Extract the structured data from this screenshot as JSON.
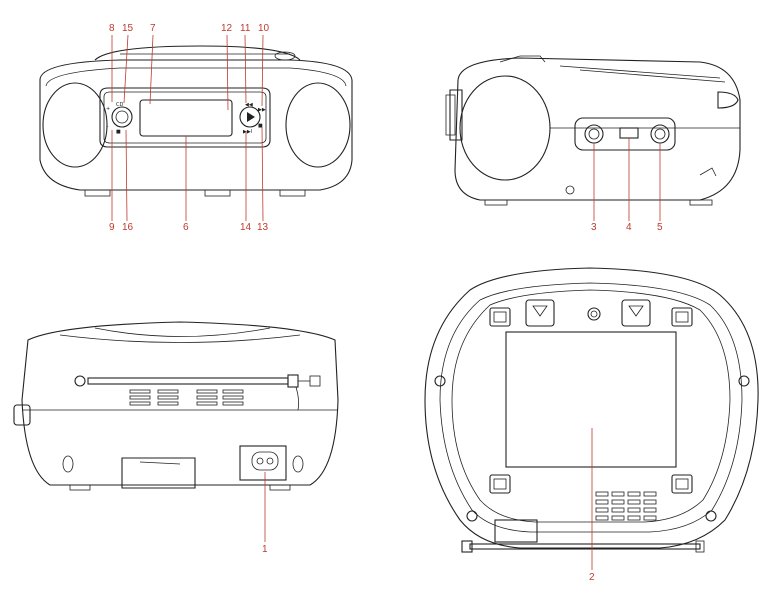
{
  "diagram": {
    "views": [
      {
        "name": "front-view",
        "labels": [
          "8",
          "15",
          "7",
          "12",
          "11",
          "10",
          "9",
          "16",
          "6",
          "14",
          "13"
        ]
      },
      {
        "name": "side-view",
        "labels": [
          "3",
          "4",
          "5"
        ]
      },
      {
        "name": "rear-view",
        "labels": [
          "1"
        ]
      },
      {
        "name": "bottom-view",
        "labels": [
          "2"
        ]
      }
    ],
    "callouts": {
      "c1": "1",
      "c2": "2",
      "c3": "3",
      "c4": "4",
      "c5": "5",
      "c6": "6",
      "c7": "7",
      "c8": "8",
      "c9": "9",
      "c10": "10",
      "c11": "11",
      "c12": "12",
      "c13": "13",
      "c14": "14",
      "c15": "15",
      "c16": "16"
    },
    "callout_color": "#c0392b",
    "line_color": "#222222"
  }
}
